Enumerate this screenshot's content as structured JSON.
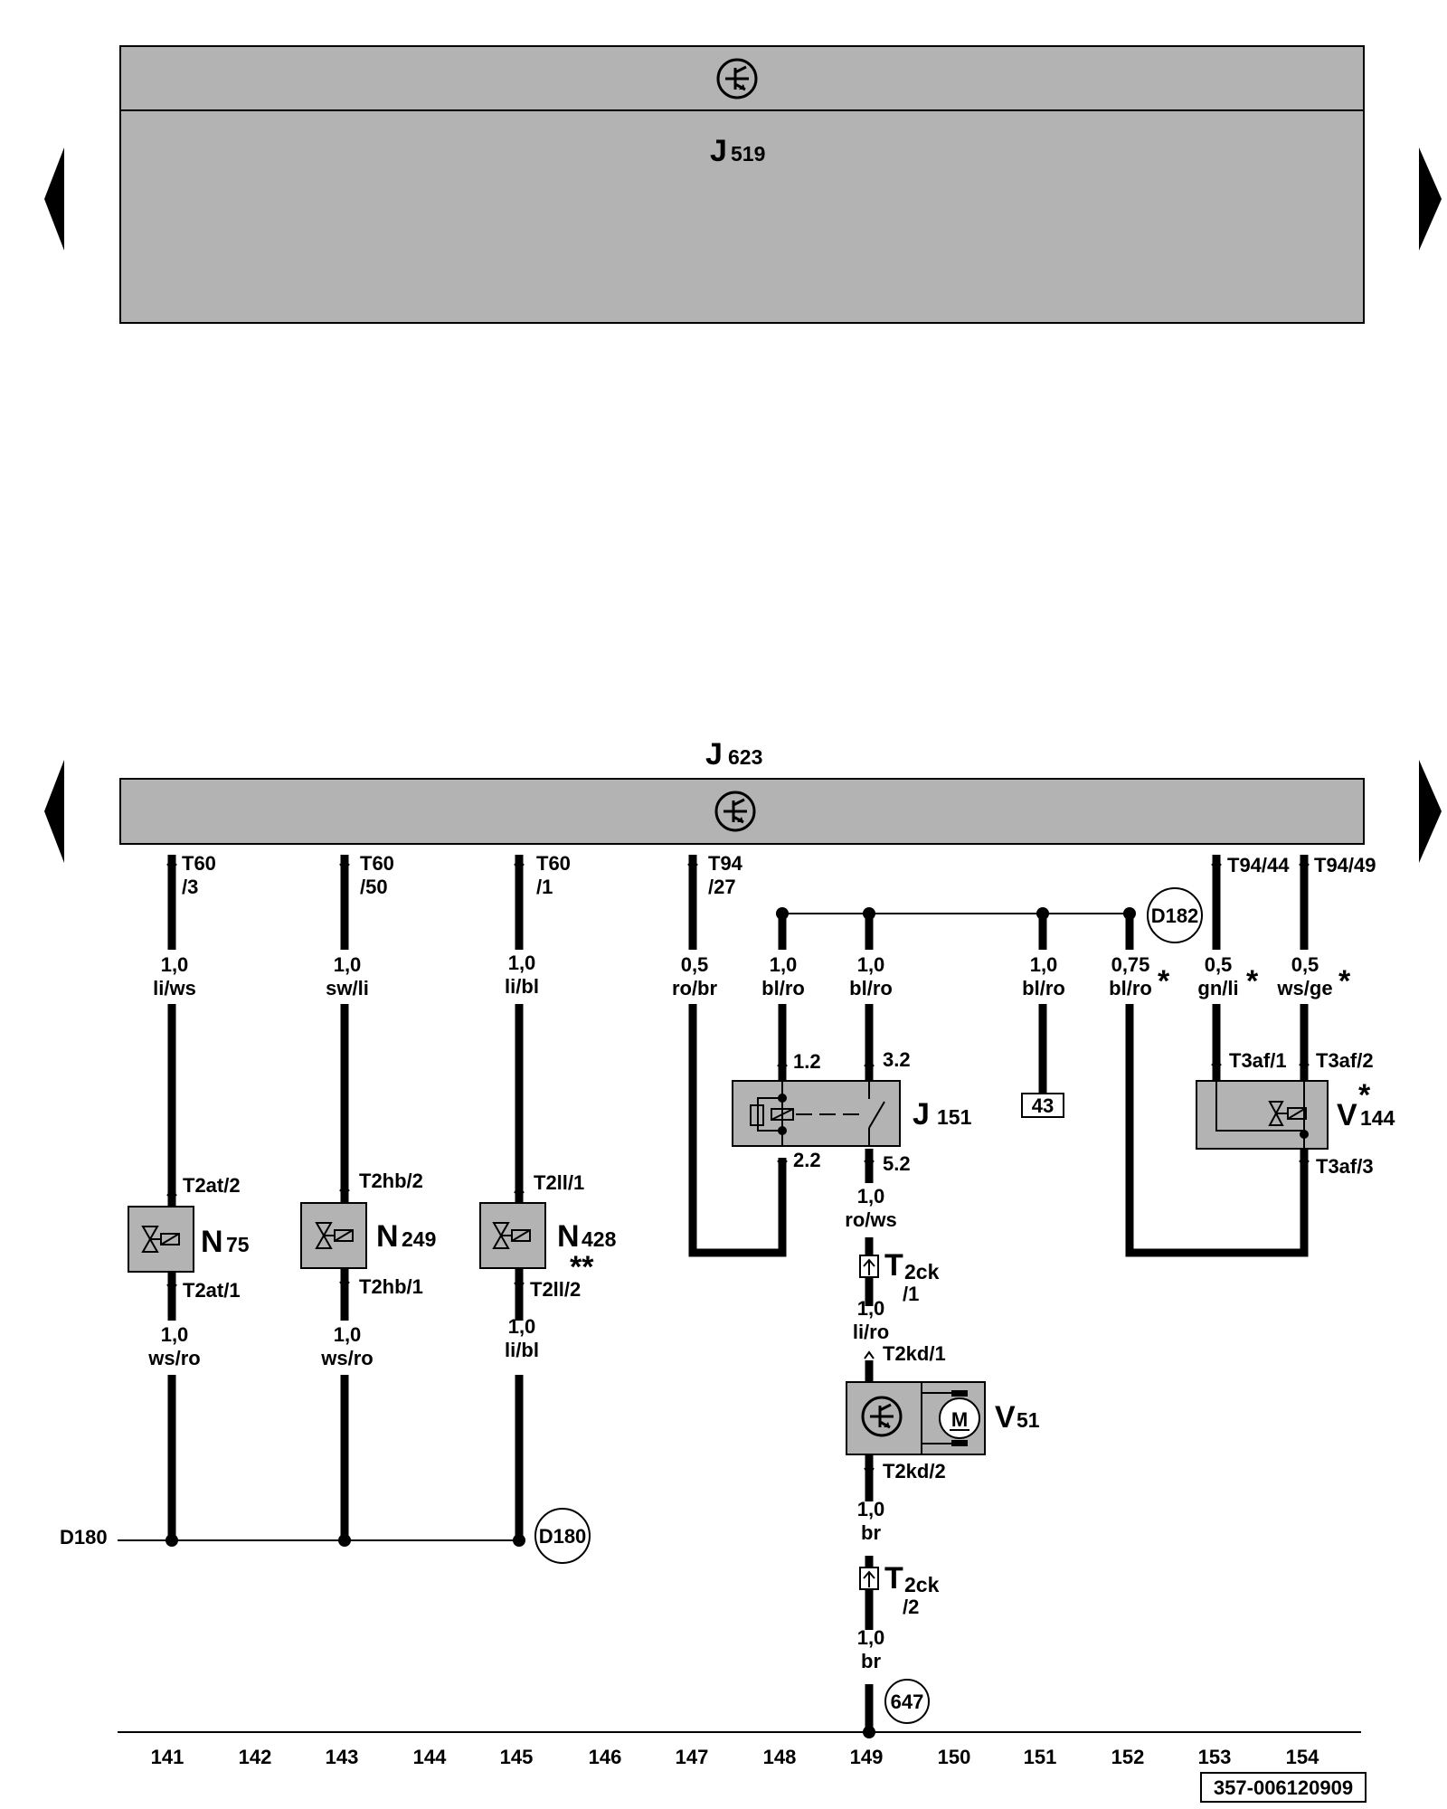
{
  "ecu_top": {
    "letter": "J",
    "sub": "519"
  },
  "ecu_bottom": {
    "letter": "J",
    "sub": "623"
  },
  "connectors": {
    "c141": [
      "T60",
      "/3"
    ],
    "c143": [
      "T60",
      "/50"
    ],
    "c145": [
      "T60",
      "/1"
    ],
    "c147": [
      "T94",
      "/27"
    ],
    "c153": "T94/44",
    "c154": "T94/49"
  },
  "wires": {
    "w141a": [
      "1,0",
      "li/ws"
    ],
    "w143a": [
      "1,0",
      "sw/li"
    ],
    "w145a": [
      "1,0",
      "li/bl"
    ],
    "w147": [
      "0,5",
      "ro/br"
    ],
    "w148": [
      "1,0",
      "bl/ro"
    ],
    "w149a": [
      "1,0",
      "bl/ro"
    ],
    "w151": [
      "1,0",
      "bl/ro"
    ],
    "w152": [
      "0,75",
      "bl/ro"
    ],
    "w153": [
      "0,5",
      "gn/li"
    ],
    "w154": [
      "0,5",
      "ws/ge"
    ],
    "w141b": [
      "1,0",
      "ws/ro"
    ],
    "w143b": [
      "1,0",
      "ws/ro"
    ],
    "w145b": [
      "1,0",
      "li/bl"
    ],
    "w149b": [
      "1,0",
      "ro/ws"
    ],
    "w149c": [
      "1,0",
      "li/ro"
    ],
    "w149d": [
      "1,0",
      "br"
    ],
    "w149e": [
      "1,0",
      "br"
    ]
  },
  "asterisk": "*",
  "double_asterisk": "**",
  "components": {
    "n75": {
      "letter": "N",
      "sub": "75",
      "pin_top": "T2at/2",
      "pin_bottom": "T2at/1"
    },
    "n249": {
      "letter": "N",
      "sub": "249",
      "pin_top": "T2hb/2",
      "pin_bottom": "T2hb/1"
    },
    "n428": {
      "letter": "N",
      "sub": "428",
      "pin_top": "T2ll/1",
      "pin_bottom": "T2ll/2"
    },
    "j151": {
      "letter": "J",
      "sub": "151",
      "pins": [
        "1.2",
        "3.2",
        "2.2",
        "5.2"
      ]
    },
    "v144": {
      "letter": "V",
      "sub": "144",
      "pins": [
        "T3af/1",
        "T3af/2",
        "T3af/3"
      ]
    },
    "v51": {
      "letter": "V",
      "sub": "51",
      "pin_top": "T2kd/1",
      "pin_bottom": "T2kd/2",
      "motor": "M"
    },
    "t2ck1": {
      "letter": "T",
      "sub": "2ck",
      "pin": "/1"
    },
    "t2ck2": {
      "letter": "T",
      "sub": "2ck",
      "pin": "/2"
    }
  },
  "refs": {
    "d182": "D182",
    "d180": "D180",
    "d180_left": "D180",
    "r647": "647",
    "r43": "43"
  },
  "columns": [
    "141",
    "142",
    "143",
    "144",
    "145",
    "146",
    "147",
    "148",
    "149",
    "150",
    "151",
    "152",
    "153",
    "154"
  ],
  "doc_id": "357-006120909"
}
